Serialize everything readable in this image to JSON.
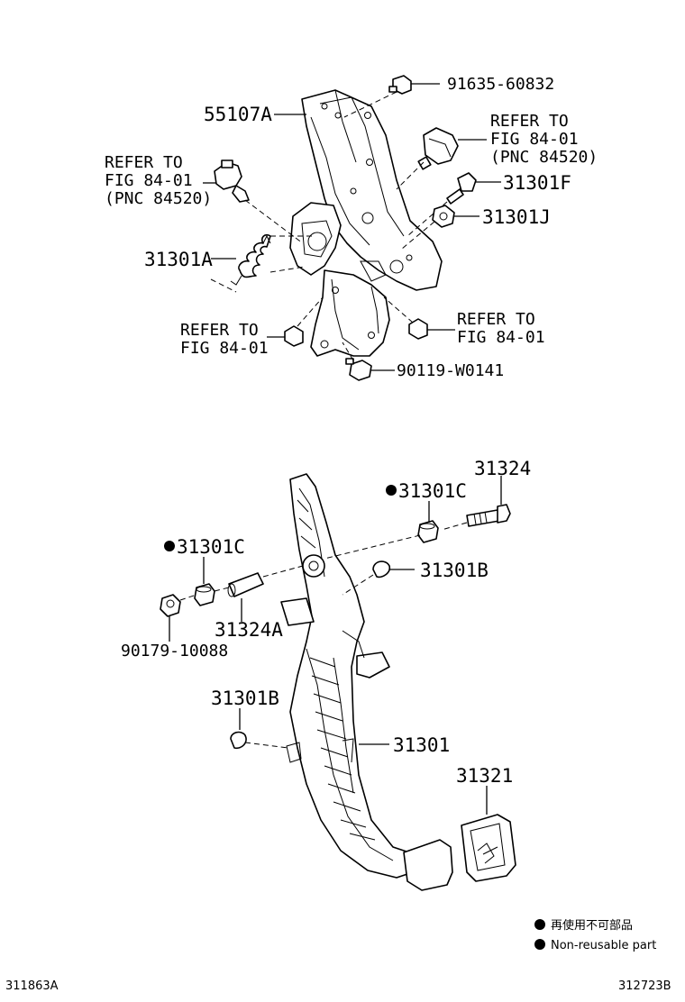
{
  "labels": {
    "p91635": "91635-60832",
    "p55107a": "55107A",
    "refer_right_1": "REFER TO",
    "refer_right_2": "FIG 84-01",
    "refer_right_3": "(PNC 84520)",
    "refer_left_1": "REFER TO",
    "refer_left_2": "FIG 84-01",
    "refer_left_3": "(PNC 84520)",
    "p31301f": "31301F",
    "p31301j": "31301J",
    "p31301a": "31301A",
    "refer_bl_1": "REFER TO",
    "refer_bl_2": "FIG 84-01",
    "refer_br_1": "REFER TO",
    "refer_br_2": "FIG 84-01",
    "p90119": "90119-W0141",
    "p31324": "31324",
    "p31301c_right": "31301C",
    "p31301c_left": "31301C",
    "p31301b_right": "31301B",
    "p31324a": "31324A",
    "p90179": "90179-10088",
    "p31301b_left": "31301B",
    "p31301": "31301",
    "p31321": "31321"
  },
  "legend": {
    "line_jp": "再使用不可部品",
    "line_en": "Non-reusable part"
  },
  "footer": {
    "left_code": "311863A",
    "right_code": "312723B"
  }
}
